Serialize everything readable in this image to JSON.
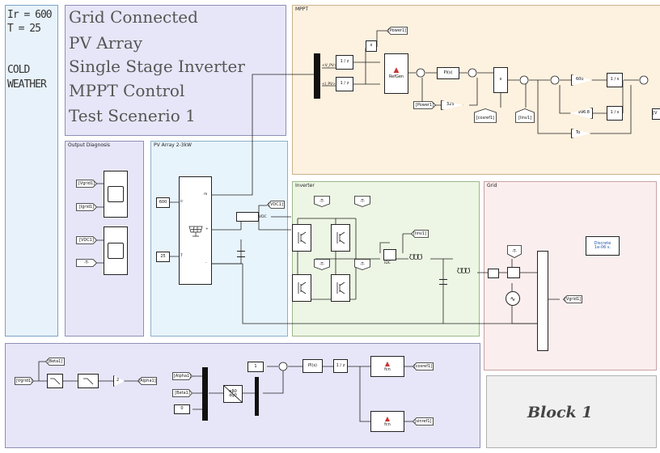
{
  "conditions": {
    "irradiance": "Ir = 600",
    "temperature": "T = 25",
    "weather_line1": "COLD",
    "weather_line2": "WEATHER"
  },
  "title_lines": [
    "Grid Connected",
    "PV Array",
    "Single Stage Inverter",
    "MPPT Control",
    "Test Scenerio 1"
  ],
  "areas": {
    "mppt": "MPPT",
    "output": "Output Diagnosis",
    "pv": "PV Array 2-3kW",
    "inverter": "Inverter",
    "grid": "Grid"
  },
  "block_caption": "Block 1",
  "mppt": {
    "mux_in1": "<V_PV>",
    "mux_in2": "<I_PV>",
    "tf": "1 / z",
    "product": "x",
    "power_tag": "[Power1]",
    "refgen": "RefGen",
    "pi": "PI(s)",
    "sum": "+",
    "cosref_tag": "[cosref1]",
    "lim_tag": "[Iinv1]",
    "gain600": "600",
    "integ": "1 / s",
    "gain": "996.8",
    "tf2": "1 / s",
    "const325": "325",
    "hysteresis": "To",
    "partial": "[V"
  },
  "output": {
    "scope_tags": [
      "[Vgrid1]",
      "[Igrid1]",
      "[VDC1]",
      "-T-"
    ]
  },
  "pv": {
    "irr": "600",
    "temp": "25",
    "port_m": "m",
    "port_plus": "+",
    "port_minus": "-",
    "port_ir": "Ir",
    "port_t": "T",
    "vdc": "VDC",
    "vdc_tag": "[VDC1]"
  },
  "inverter": {
    "goto_t": "-T-",
    "goto_i": "[Iinv1]",
    "idc": "IDC"
  },
  "grid": {
    "discrete_title": "Discrete",
    "discrete_ts": "1e-06 s.",
    "goto_t": "-T-",
    "vgrid_tag": "[Vgrid1]"
  },
  "bottom": {
    "vgrid_from": "[Vgrid1]",
    "beta_tag": "[Beta1]",
    "alpha_tag": "[Alpha1]",
    "gain2": "2",
    "alpha_from": "[Alpha1]",
    "beta_from": "[Beta1]",
    "zero": "0",
    "abc": "αβ0\ndq0",
    "one": "1",
    "pi": "PI(s)",
    "integ": "1 / z",
    "fcn": "fcn",
    "cosref_tag": "[cosref1]",
    "sinref_tag": "[sinref1]"
  }
}
